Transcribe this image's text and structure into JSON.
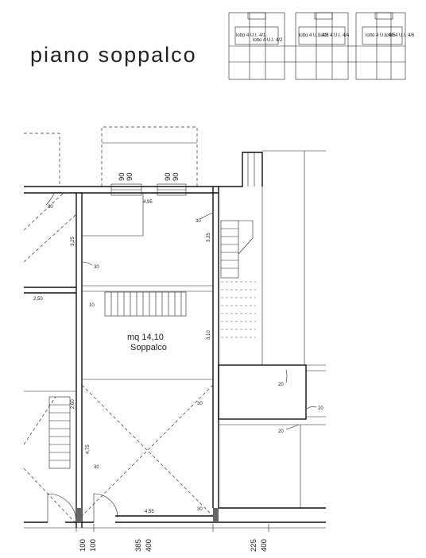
{
  "title": "piano soppalco",
  "room": {
    "area": "mq 14,10",
    "name": "Soppalco"
  },
  "key_plan": {
    "unit_labels": [
      "lotto 4 U.I. 4/1",
      "lotto 4 U.I. 4/2",
      "lotto 4 U.I. 4/3",
      "lotto 4 U.I. 4/4",
      "lotto 4 U.I. 4/5",
      "lotto 4 U.I. 4/6"
    ]
  },
  "dimensions": {
    "window_top_left": "90\n90",
    "window_top_right": "90\n90",
    "h_top": "4,95",
    "v_left": "3,25",
    "v_right": "3,35",
    "v_center": "3,10",
    "v_lower": "4,75",
    "v_stair": "2,60",
    "level_left": "2,50",
    "h_bottom": "4,55",
    "bottom_1": "100",
    "bottom_2": "100",
    "bottom_3": "385",
    "bottom_4": "400",
    "bottom_5": "225",
    "bottom_6": "400"
  },
  "wall_thickness_labels": {
    "w1": "30",
    "w2": "30",
    "w3": "10",
    "w4": "30",
    "w5": "30",
    "w6": "30",
    "w7": "20",
    "w8": "20",
    "w9": "20",
    "w10": "30"
  }
}
